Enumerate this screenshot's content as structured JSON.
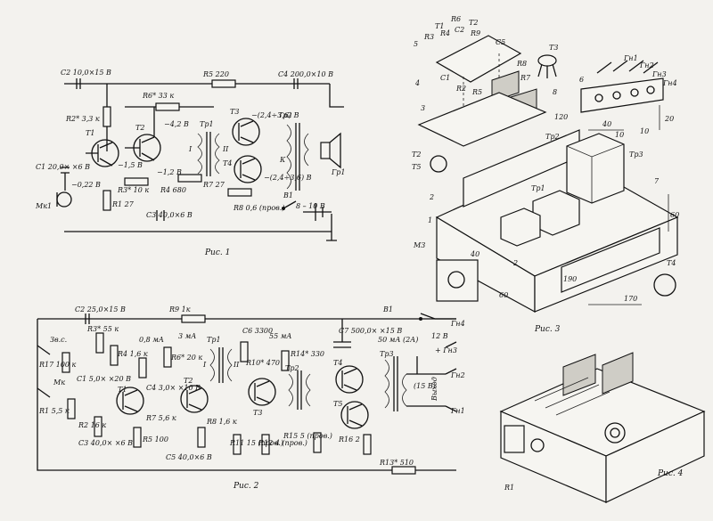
{
  "fig1": {
    "caption": "Рис. 1",
    "labels": {
      "c2": "С2 10,0×15 В",
      "r5": "R5 220",
      "c4": "С4 200,0×10 В",
      "r6": "R6* 33 к",
      "r2": "R2* 3,3 к",
      "t1": "Т1",
      "t2": "Т2",
      "v42": "−4,2 В",
      "v15": "−1,5 В",
      "v12": "−1,2 В",
      "v022": "−0,22 В",
      "tr1": "Тр1",
      "t3": "Т3",
      "t4": "Т4",
      "v3": "−(2,4÷3,6) В",
      "tr2": "Тр2",
      "gr1": "Гр1",
      "c1": "С1 20,0× ×6 В",
      "mk1": "Мк1",
      "r3": "R3* 10 к",
      "r4": "R4 680",
      "r7": "R7 27",
      "r1": "R1 27",
      "c3": "С3 40,0×6 В",
      "r8": "R8 0,6 (пров.)",
      "b1": "В1",
      "bat": "8 – 10 В",
      "v3b": "−(2,4÷3,6) В",
      "k": "К",
      "w1": "I",
      "w2": "II"
    }
  },
  "fig2": {
    "caption": "Рис. 2",
    "labels": {
      "c2": "С2 25,0×15 В",
      "r9": "R9 1к",
      "b1": "В1",
      "gn4": "Гн4",
      "zvs": "Зв.с.",
      "mk": "Мк",
      "r17": "R17 100 к",
      "r1": "R1 5,5 к",
      "r3": "R3* 55 к",
      "r4": "R4 1,6 к",
      "c1": "С1 5,0× ×20 В",
      "r2": "R2 16 к",
      "c3": "С3 40,0× ×6 В",
      "t1": "Т1",
      "ma08": "0,8 мА",
      "c4": "С4 3,0× ×10 В",
      "r7": "R7 5,6 к",
      "r5": "R5 100",
      "r6": "R6* 20 к",
      "t2": "Т2",
      "ma3": "3 мА",
      "c5": "С5 40,0×6 В",
      "r8": "R8 1,6 к",
      "tr1": "Тр1",
      "r11": "R11 15 (пров.)",
      "c6": "С6 3300",
      "r10": "R10* 470",
      "t3": "Т3",
      "r12": "R12 4 (пров.)",
      "ma55": "55 мА",
      "r14": "R14* 330",
      "tr2": "Тр2",
      "r15": "R15 5 (пров.)",
      "c7": "С7 500,0× ×15 В",
      "t4": "Т4",
      "t5": "Т5",
      "r16": "R16 2",
      "ma50": "50 мА (2А)",
      "v12": "12 В",
      "gn3": "+ Гн3",
      "tr3": "Тр3",
      "gn2": "Гн2",
      "gn1": "Гн1",
      "vyhod": "Выход",
      "v15": "(15 В)",
      "r13": "R13* 510",
      "w1": "I",
      "w2": "II"
    }
  },
  "fig3": {
    "caption": "Рис. 3",
    "labels": {
      "t1": "Т1",
      "r6": "R6",
      "t2": "Т2",
      "r3": "R3",
      "r4": "R4",
      "c2": "С2",
      "r9": "R9",
      "c5": "С5",
      "t3": "Т3",
      "n5": "5",
      "r8": "R8",
      "c1": "С1",
      "r2": "R2",
      "r5": "R5",
      "r7": "R7",
      "n4": "4",
      "n8": "8",
      "n6": "6",
      "gn1": "Гн1",
      "gn2": "Гн2",
      "gn3": "Гн3",
      "gn4": "Гн4",
      "n3": "3",
      "d120a": "120",
      "d40": "40",
      "d10": "10",
      "d20": "20",
      "d10b": "10",
      "tr2": "Тр2",
      "t2b": "Т2",
      "t5": "Т5",
      "tr1": "Тр1",
      "tr3": "Тр3",
      "n2": "2",
      "n7": "7",
      "n1": "1",
      "d60": "60",
      "m3": "М3",
      "d40b": "40",
      "d60b": "60",
      "d190": "190",
      "d170": "170",
      "t4": "Т4",
      "d2": "2"
    }
  },
  "fig4": {
    "caption": "Рис. 4",
    "labels": {
      "r1": "R1"
    }
  }
}
